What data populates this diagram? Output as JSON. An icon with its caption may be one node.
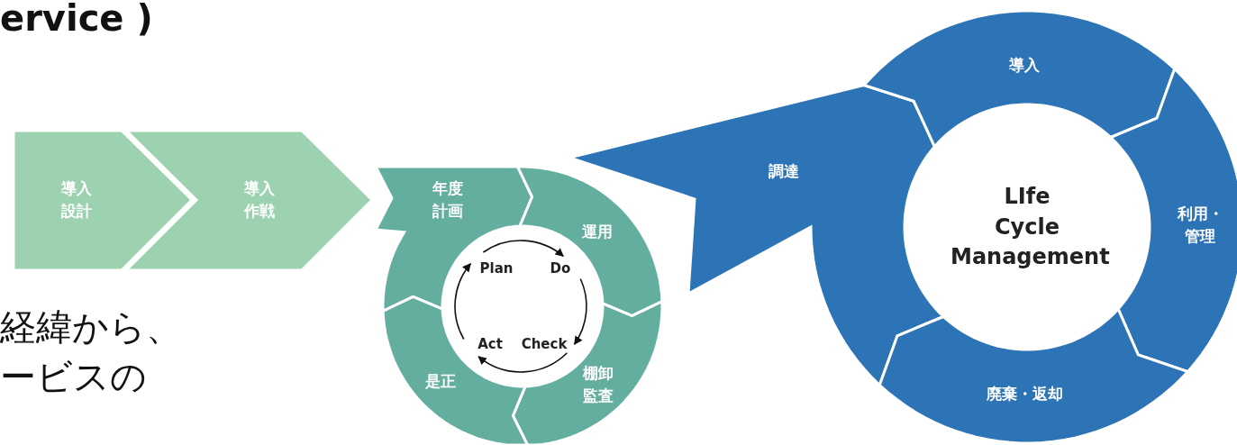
{
  "diagram": {
    "nodes": [
      {
        "text": [
          "導入設計"
        ]
      },
      {
        "text": [
          "導入作戦"
        ]
      },
      {
        "text": [
          "年度計画"
        ]
      },
      {
        "text": [
          "運用"
        ]
      },
      {
        "text": [
          "棚卸監査"
        ]
      },
      {
        "text": [
          "是正"
        ]
      },
      {
        "text": [
          "Plan"
        ]
      },
      {
        "text": [
          "Do"
        ]
      },
      {
        "text": [
          "Check"
        ]
      },
      {
        "text": [
          "Act"
        ]
      },
      {
        "text": [
          "調達"
        ]
      },
      {
        "text": [
          "導入"
        ]
      },
      {
        "text": [
          "利用・管理"
        ]
      },
      {
        "text": [
          "廃棄・返却"
        ]
      },
      {
        "text": [
          "LIfe Cycle Management"
        ]
      }
    ],
    "edges": [
      {
        "from": 6,
        "to": 7,
        "arrow": "to"
      },
      {
        "from": 7,
        "to": 8,
        "arrow": "to"
      },
      {
        "from": 8,
        "to": 9,
        "arrow": "to"
      },
      {
        "from": 9,
        "to": 6,
        "arrow": "to"
      }
    ],
    "labels": [
      "ervice )",
      "経緯から、",
      "ービスの"
    ]
  }
}
